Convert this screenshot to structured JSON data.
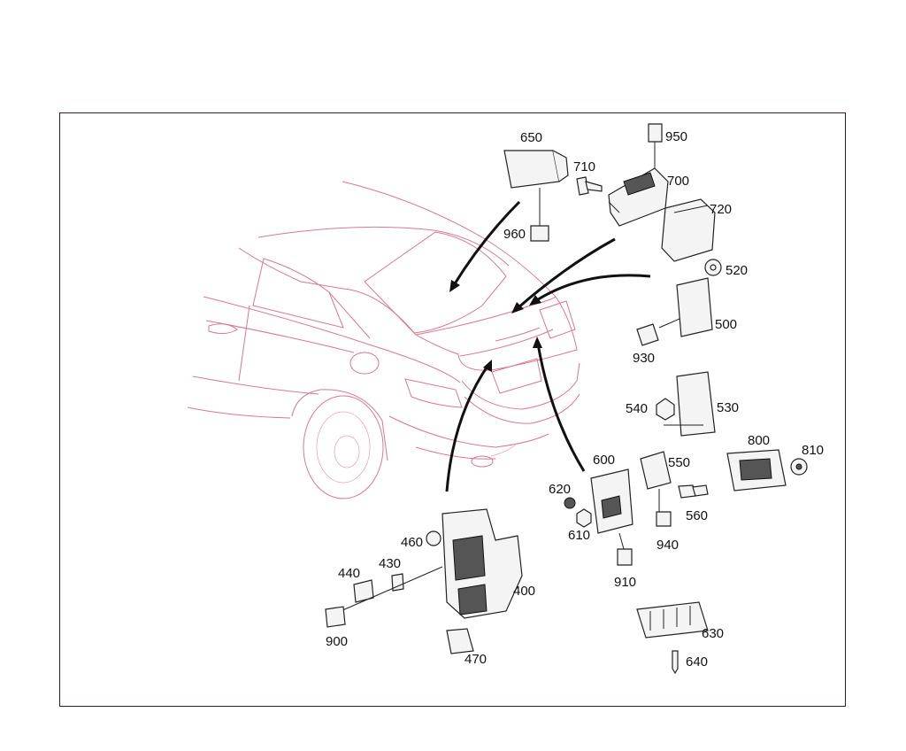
{
  "colors": {
    "car_outline": "#d9788f",
    "frame": "#3a1a24",
    "arrow": "#111111",
    "label": "#111111"
  },
  "parts": [
    {
      "id": "p650",
      "label": "650"
    },
    {
      "id": "p710",
      "label": "710"
    },
    {
      "id": "p950",
      "label": "950"
    },
    {
      "id": "p700",
      "label": "700"
    },
    {
      "id": "p720",
      "label": "720"
    },
    {
      "id": "p960",
      "label": "960"
    },
    {
      "id": "p520",
      "label": "520"
    },
    {
      "id": "p500",
      "label": "500"
    },
    {
      "id": "p930",
      "label": "930"
    },
    {
      "id": "p540",
      "label": "540"
    },
    {
      "id": "p530",
      "label": "530"
    },
    {
      "id": "p800",
      "label": "800"
    },
    {
      "id": "p810",
      "label": "810"
    },
    {
      "id": "p600",
      "label": "600"
    },
    {
      "id": "p550",
      "label": "550"
    },
    {
      "id": "p620",
      "label": "620"
    },
    {
      "id": "p560",
      "label": "560"
    },
    {
      "id": "p610",
      "label": "610"
    },
    {
      "id": "p940",
      "label": "940"
    },
    {
      "id": "p460",
      "label": "460"
    },
    {
      "id": "p430",
      "label": "430"
    },
    {
      "id": "p440",
      "label": "440"
    },
    {
      "id": "p400",
      "label": "400"
    },
    {
      "id": "p910",
      "label": "910"
    },
    {
      "id": "p900",
      "label": "900"
    },
    {
      "id": "p630",
      "label": "630"
    },
    {
      "id": "p470",
      "label": "470"
    },
    {
      "id": "p640",
      "label": "640"
    }
  ]
}
